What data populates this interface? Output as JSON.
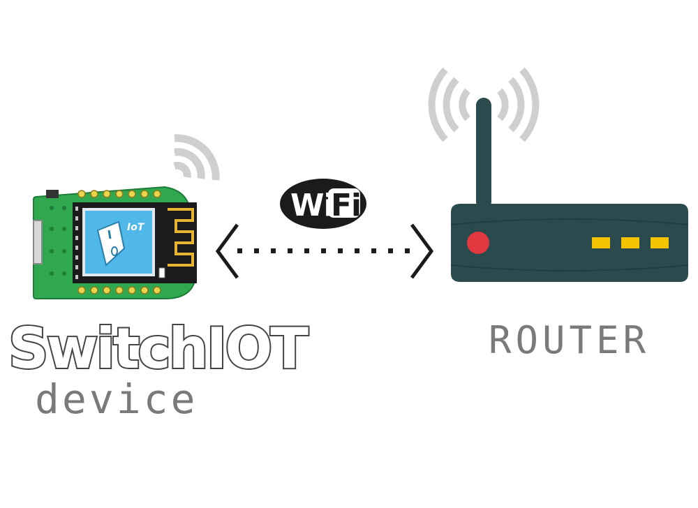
{
  "device": {
    "brand": "SwitchIOT",
    "label": "device",
    "screen_text": "IoT",
    "board_color": "#2fa84f",
    "screen_color": "#4fb8e8"
  },
  "router": {
    "label": "ROUTER",
    "body_color": "#2b4a4e",
    "power_led_color": "#e2383f",
    "status_led_color": "#f5c400"
  },
  "link": {
    "wifi_part1": "Wi",
    "wifi_part2": "Fi",
    "line_style": "dotted",
    "arrows": "bidirectional"
  },
  "icons": [
    "device-signal-icon",
    "router-signal-icon",
    "wifi-logo-icon"
  ]
}
